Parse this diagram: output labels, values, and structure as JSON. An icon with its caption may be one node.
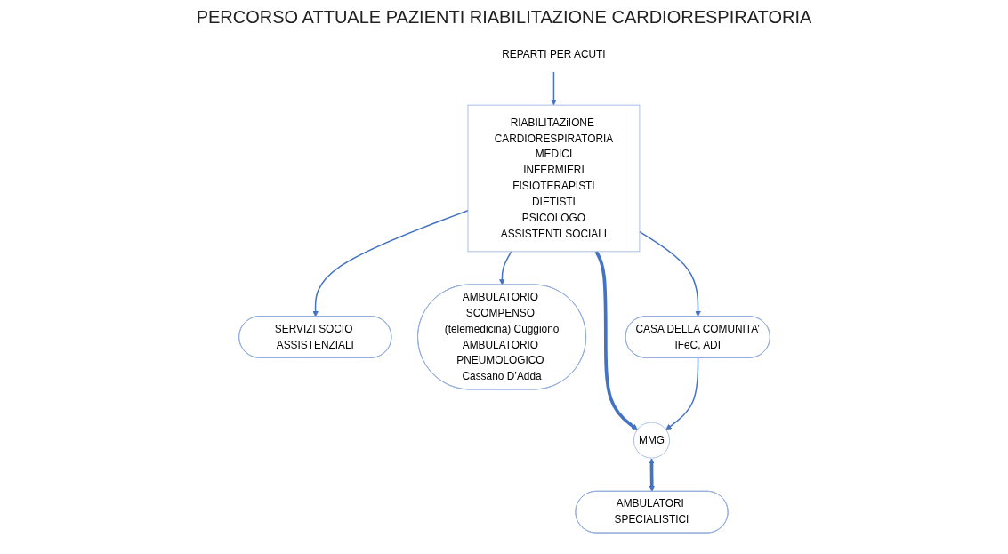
{
  "diagram": {
    "title": "PERCORSO ATTUALE PAZIENTI RIABILITAZIONE CARDIORESPIRATORIA",
    "nodes": [
      {
        "text": [
          "REPARTI PER ACUTI"
        ]
      },
      {
        "text": [
          "RIABILITAZiIONE CARDIORESPIRATORIA",
          "MEDICI",
          "INFERMIERI",
          "FISIOTERAPISTI",
          "DIETISTI",
          "PSICOLOGO",
          "ASSISTENTI SOCIALI"
        ]
      },
      {
        "text": [
          "SERVIZI SOCIO ASSISTENZIALI"
        ]
      },
      {
        "text": [
          "AMBULATORIO SCOMPENSO (telemedicina) Cuggiono",
          "AMBULATORIO PNEUMOLOGICO Cassano D’Adda"
        ]
      },
      {
        "text": [
          "MMG"
        ]
      },
      {
        "text": [
          "CASA DELLA COMUNITA’",
          "IFeC, ADI"
        ]
      },
      {
        "text": [
          "AMBULATORI SPECIALISTICI"
        ]
      }
    ],
    "edges": [
      {
        "from": 0,
        "to": 1,
        "arrow": "to"
      },
      {
        "from": 1,
        "to": 2,
        "arrow": "to"
      },
      {
        "from": 1,
        "to": 3,
        "arrow": "to"
      },
      {
        "from": 1,
        "to": 4,
        "arrow": "to",
        "style": "thick"
      },
      {
        "from": 1,
        "to": 5,
        "arrow": "to"
      },
      {
        "from": 5,
        "to": 4,
        "arrow": "to"
      },
      {
        "from": 4,
        "to": 6,
        "arrow": "both",
        "style": "thick"
      }
    ]
  }
}
